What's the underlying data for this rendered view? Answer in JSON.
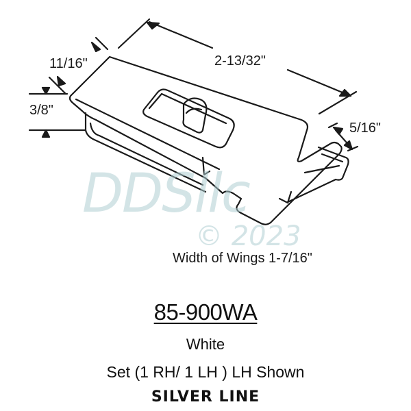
{
  "dimensions": {
    "length": "2-13/32\"",
    "width_top": "11/16\"",
    "height": "3/8\"",
    "wing_offset": "5/16\"",
    "wings_width": "Width of Wings 1-7/16\""
  },
  "watermark": {
    "logo": "DDSllc",
    "copyright": "© 2023"
  },
  "product": {
    "part_number": "85-900WA",
    "color": "White",
    "set_description": "Set (1 RH/ 1 LH ) LH Shown",
    "brand": "SILVER LINE"
  },
  "colors": {
    "line": "#1a1a1a",
    "watermark": "#b7d3d8",
    "background": "#ffffff"
  }
}
